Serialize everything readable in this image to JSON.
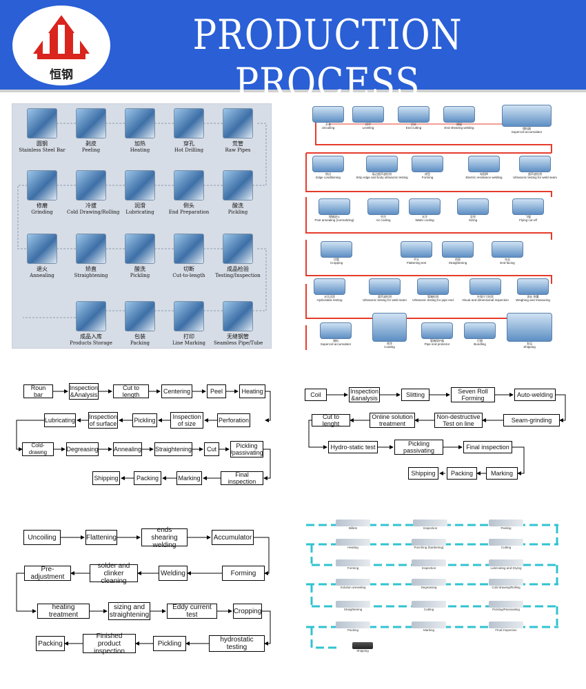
{
  "header": {
    "logo_text": "恒钢",
    "title": "PRODUCTION PROCESS",
    "bg_color": "#2a5fd6"
  },
  "panel1": {
    "steps": [
      {
        "zh": "圆钢",
        "en": "Stainless Steel Bar"
      },
      {
        "zh": "剥皮",
        "en": "Peeling"
      },
      {
        "zh": "加热",
        "en": "Heating"
      },
      {
        "zh": "穿孔",
        "en": "Hot Drilling"
      },
      {
        "zh": "荒管",
        "en": "Raw Pipes"
      },
      {
        "zh": "修磨",
        "en": "Grinding"
      },
      {
        "zh": "冷拔",
        "en": "Cold Drawing/Rolling"
      },
      {
        "zh": "润滑",
        "en": "Lubricating"
      },
      {
        "zh": "倒头",
        "en": "End Preparation"
      },
      {
        "zh": "酸洗",
        "en": "Pickling"
      },
      {
        "zh": "退火",
        "en": "Annealing"
      },
      {
        "zh": "矫直",
        "en": "Straightening"
      },
      {
        "zh": "酸洗",
        "en": "Pickling"
      },
      {
        "zh": "切断",
        "en": "Cut-to-length"
      },
      {
        "zh": "成品检验",
        "en": "Testing/Inspection"
      },
      {
        "zh": "成品入库",
        "en": "Products Storage"
      },
      {
        "zh": "包装",
        "en": "Packing"
      },
      {
        "zh": "打印",
        "en": "Line Marking"
      },
      {
        "zh": "无缝钢管",
        "en": "Seamless Pipe/Tube"
      }
    ]
  },
  "panel2": {
    "border_color": "#e53b2a",
    "steps": [
      {
        "zh": "开卷",
        "en": "Uncoiling"
      },
      {
        "zh": "矫平",
        "en": "Leveling"
      },
      {
        "zh": "切头",
        "en": "End cutting"
      },
      {
        "zh": "焊接",
        "en": "End shearing welding"
      },
      {
        "zh": "储料器",
        "en": "Supercoil accumulator"
      },
      {
        "zh": "修边",
        "en": "Edge conditioning"
      },
      {
        "zh": "板边超声波检测",
        "en": "Strip edge and body ultrasonic testing"
      },
      {
        "zh": "成型",
        "en": "Forming"
      },
      {
        "zh": "电阻焊",
        "en": "Electric resistance welding"
      },
      {
        "zh": "超声波检测",
        "en": "Ultrasonic testing for weld seam"
      },
      {
        "zh": "焊缝退火",
        "en": "Post annealing (normalizing)"
      },
      {
        "zh": "空冷",
        "en": "Air cooling"
      },
      {
        "zh": "水冷",
        "en": "Water cooling"
      },
      {
        "zh": "定径",
        "en": "Sizing"
      },
      {
        "zh": "飞锯",
        "en": "Flying cut-off"
      },
      {
        "zh": "切管",
        "en": "Cropping"
      },
      {
        "zh": "平头",
        "en": "Flattening test"
      },
      {
        "zh": "矫直",
        "en": "Straightening"
      },
      {
        "zh": "车丝",
        "en": "End facing"
      },
      {
        "zh": "水压试验",
        "en": "Hydrostatic testing"
      },
      {
        "zh": "超声波检测",
        "en": "Ultrasonic testing for weld seam"
      },
      {
        "zh": "管端检测",
        "en": "Ultrasonic testing for pipe end"
      },
      {
        "zh": "外观尺寸检验",
        "en": "Visual and dimensional inspection"
      },
      {
        "zh": "测长 称重",
        "en": "Weighing and measuring"
      },
      {
        "zh": "储料",
        "en": "Supercoil accumulator"
      },
      {
        "zh": "喷涂",
        "en": "Coating"
      },
      {
        "zh": "管端保护器",
        "en": "Pipe end protector"
      },
      {
        "zh": "打捆",
        "en": "Bundling"
      },
      {
        "zh": "发运",
        "en": "Shipping"
      }
    ]
  },
  "panel3": {
    "steps": [
      "Roun bar",
      "Inspection &Analysis",
      "Cut to length",
      "Centering",
      "Peel",
      "Heating",
      "Perforation",
      "Inspection of size",
      "Pickling",
      "Inspection of surface",
      "Lubricating",
      "Cold-drawng",
      "Degreasing",
      "Annealing",
      "Straightening",
      "Cut",
      "Pickling /passivating",
      "Final inspection",
      "Marking",
      "Packing",
      "Shipping"
    ]
  },
  "panel4": {
    "steps": [
      "Coil",
      "Inspection &analysis",
      "Slitting",
      "Seven Roll Forming",
      "Auto-welding",
      "Seam-grinding",
      "Non-destructive Test on line",
      "Online solution treatment",
      "Cut to lenght",
      "Hydro-static test",
      "Pickling passivating",
      "Final inspection",
      "Marking",
      "Packing",
      "Shipping"
    ]
  },
  "panel5": {
    "steps": [
      "Uncoiling",
      "Flattening",
      "ends shearing welding",
      "Accumulator",
      "Forming",
      "Welding",
      "solder and clinker cleaning",
      "Pre-adjustment",
      "heating treatment",
      "sizing and straightening",
      "Eddy current test",
      "Cropping",
      "hydrostatic testing",
      "Pickling",
      "Finished product inspection",
      "Packing"
    ]
  },
  "panel6": {
    "arrow_color": "#2fc3d0",
    "steps": [
      "Billets",
      "Inspection",
      "Peeling",
      "Heating",
      "Punching (hardening)",
      "Cutting",
      "Forming",
      "Inspection",
      "Lubricating and Drying",
      "Solution annealing",
      "Degreasing",
      "Cold drawing/Rolling",
      "Straightening",
      "Cutting",
      "Pickling/Passivating",
      "Packing",
      "Marking",
      "Final inspection",
      "Shipping"
    ]
  }
}
